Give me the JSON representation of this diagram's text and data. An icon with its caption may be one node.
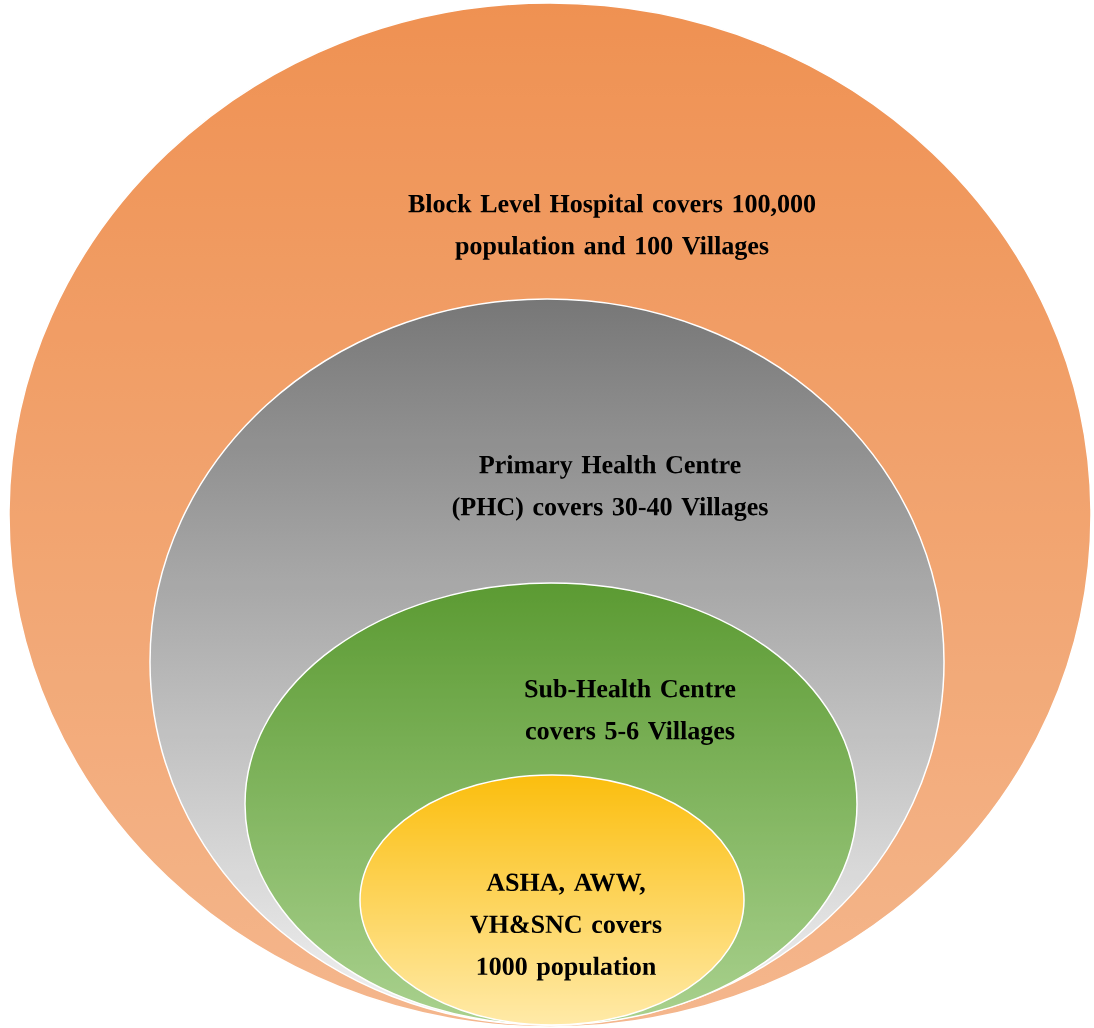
{
  "diagram": {
    "nodes": [
      {
        "text": [
          "Block Level Hospital covers 100,000 population and 100 Villages"
        ]
      },
      {
        "text": [
          "Primary Health Centre (PHC) covers 30-40 Villages"
        ],
        "in": 0
      },
      {
        "text": [
          "Sub-Health Centre covers 5-6 Villages"
        ],
        "in": 1
      },
      {
        "text": [
          "ASHA, AWW, VH&SNC covers 1000 population"
        ],
        "in": 2
      }
    ]
  }
}
